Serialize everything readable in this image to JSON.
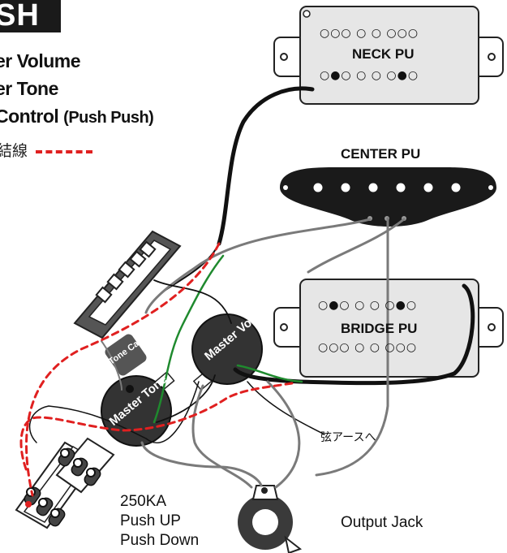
{
  "header": {
    "title_fragment": "SH",
    "lines": [
      "er Volume",
      "er Tone",
      "Control"
    ],
    "control_suffix": "(Push Push)"
  },
  "legend": {
    "label": "結線"
  },
  "pickups": {
    "neck": "NECK PU",
    "center": "CENTER PU",
    "bridge": "BRIDGE PU"
  },
  "pots": {
    "volume": "Master Vol.",
    "tone": "Master Tone",
    "tone_cap": "Tone Cap."
  },
  "labels": {
    "ground": "弦アースへ",
    "output": "Output Jack",
    "switch_lines": [
      "250KA",
      "Push UP",
      "Push Down"
    ]
  },
  "colors": {
    "wire_black": "#111111",
    "wire_green": "#1f8a2e",
    "wire_gray": "#7a7a7a",
    "wire_red_dashed": "#e02020",
    "pickup_fill": "#e6e6e6"
  }
}
